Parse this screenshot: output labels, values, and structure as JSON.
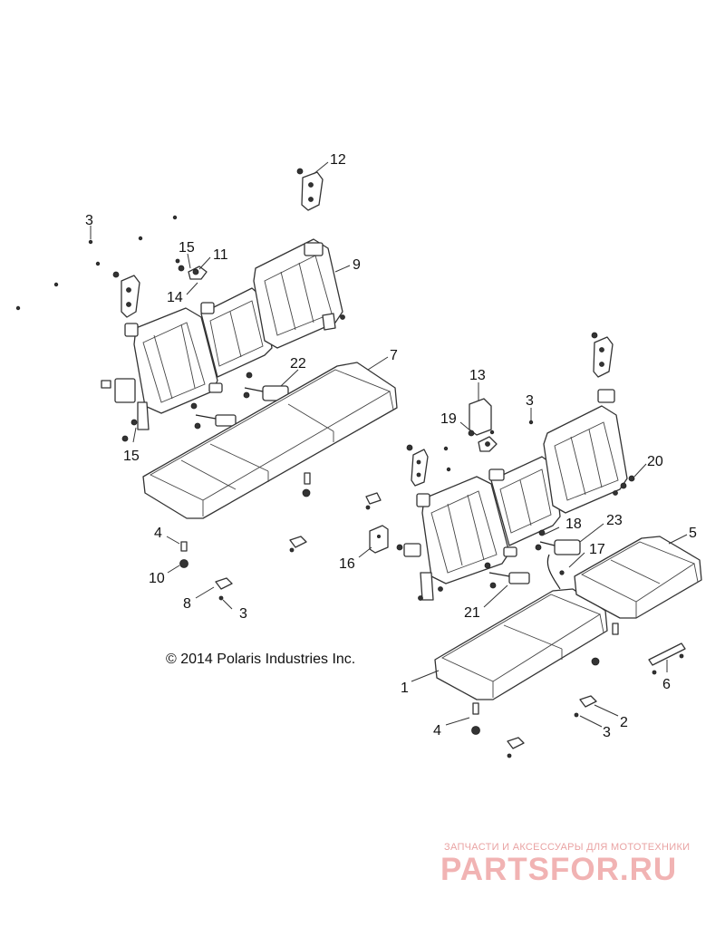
{
  "copyright": "© 2014 Polaris Industries Inc.",
  "watermark": {
    "subtitle": "ЗАПЧАСТИ И АКСЕССУАРЫ ДЛЯ МОТОТЕХНИКИ",
    "logo": "PARTSFOR.RU"
  },
  "callouts": [
    {
      "id": "c12a",
      "label": "12"
    },
    {
      "id": "c3a",
      "label": "3"
    },
    {
      "id": "c15a",
      "label": "15"
    },
    {
      "id": "c11",
      "label": "11"
    },
    {
      "id": "c9",
      "label": "9"
    },
    {
      "id": "c14",
      "label": "14"
    },
    {
      "id": "c7",
      "label": "7"
    },
    {
      "id": "c22",
      "label": "22"
    },
    {
      "id": "c15b",
      "label": "15"
    },
    {
      "id": "c13",
      "label": "13"
    },
    {
      "id": "c3b",
      "label": "3"
    },
    {
      "id": "c19",
      "label": "19"
    },
    {
      "id": "c20",
      "label": "20"
    },
    {
      "id": "c5",
      "label": "5"
    },
    {
      "id": "c23",
      "label": "23"
    },
    {
      "id": "c18",
      "label": "18"
    },
    {
      "id": "c17",
      "label": "17"
    },
    {
      "id": "c16",
      "label": "16"
    },
    {
      "id": "c4a",
      "label": "4"
    },
    {
      "id": "c10",
      "label": "10"
    },
    {
      "id": "c8",
      "label": "8"
    },
    {
      "id": "c3c",
      "label": "3"
    },
    {
      "id": "c21",
      "label": "21"
    },
    {
      "id": "c1",
      "label": "1"
    },
    {
      "id": "c6",
      "label": "6"
    },
    {
      "id": "c4b",
      "label": "4"
    },
    {
      "id": "c2",
      "label": "2"
    },
    {
      "id": "c3d",
      "label": "3"
    }
  ]
}
